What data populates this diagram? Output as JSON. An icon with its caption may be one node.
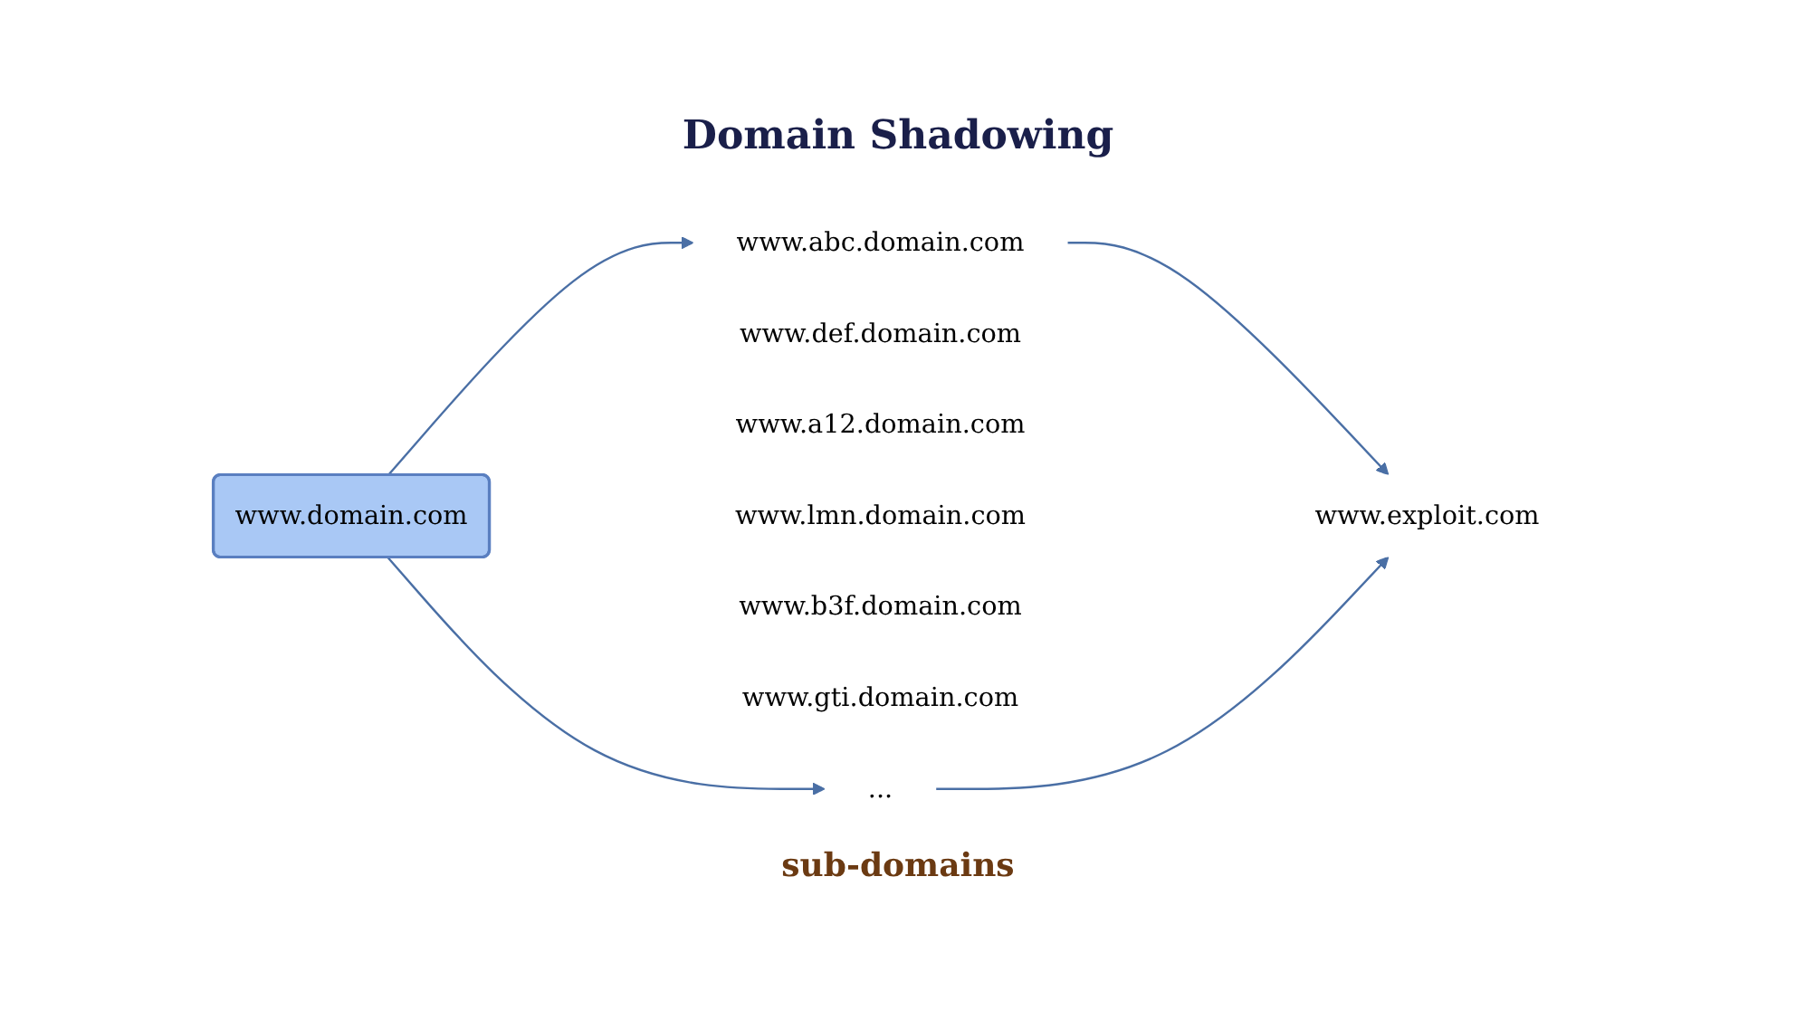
{
  "diagram": {
    "title": "Domain Shadowing",
    "nodes": [
      {
        "text": [
          "www.domain.com"
        ]
      },
      {
        "text": [
          "www.abc.domain.com"
        ]
      },
      {
        "text": [
          "www.def.domain.com"
        ]
      },
      {
        "text": [
          "www.a12.domain.com"
        ]
      },
      {
        "text": [
          "www.lmn.domain.com"
        ]
      },
      {
        "text": [
          "www.b3f.domain.com"
        ]
      },
      {
        "text": [
          "www.gti.domain.com"
        ]
      },
      {
        "text": [
          "..."
        ]
      },
      {
        "text": [
          "www.exploit.com"
        ]
      }
    ],
    "edges": [
      {
        "from": 0,
        "to": 1,
        "arrow": "to"
      },
      {
        "from": 0,
        "to": 7,
        "arrow": "to"
      },
      {
        "from": 1,
        "to": 8,
        "arrow": "to"
      },
      {
        "from": 7,
        "to": 8,
        "arrow": "to"
      }
    ],
    "labels": [
      "sub-domains"
    ]
  }
}
